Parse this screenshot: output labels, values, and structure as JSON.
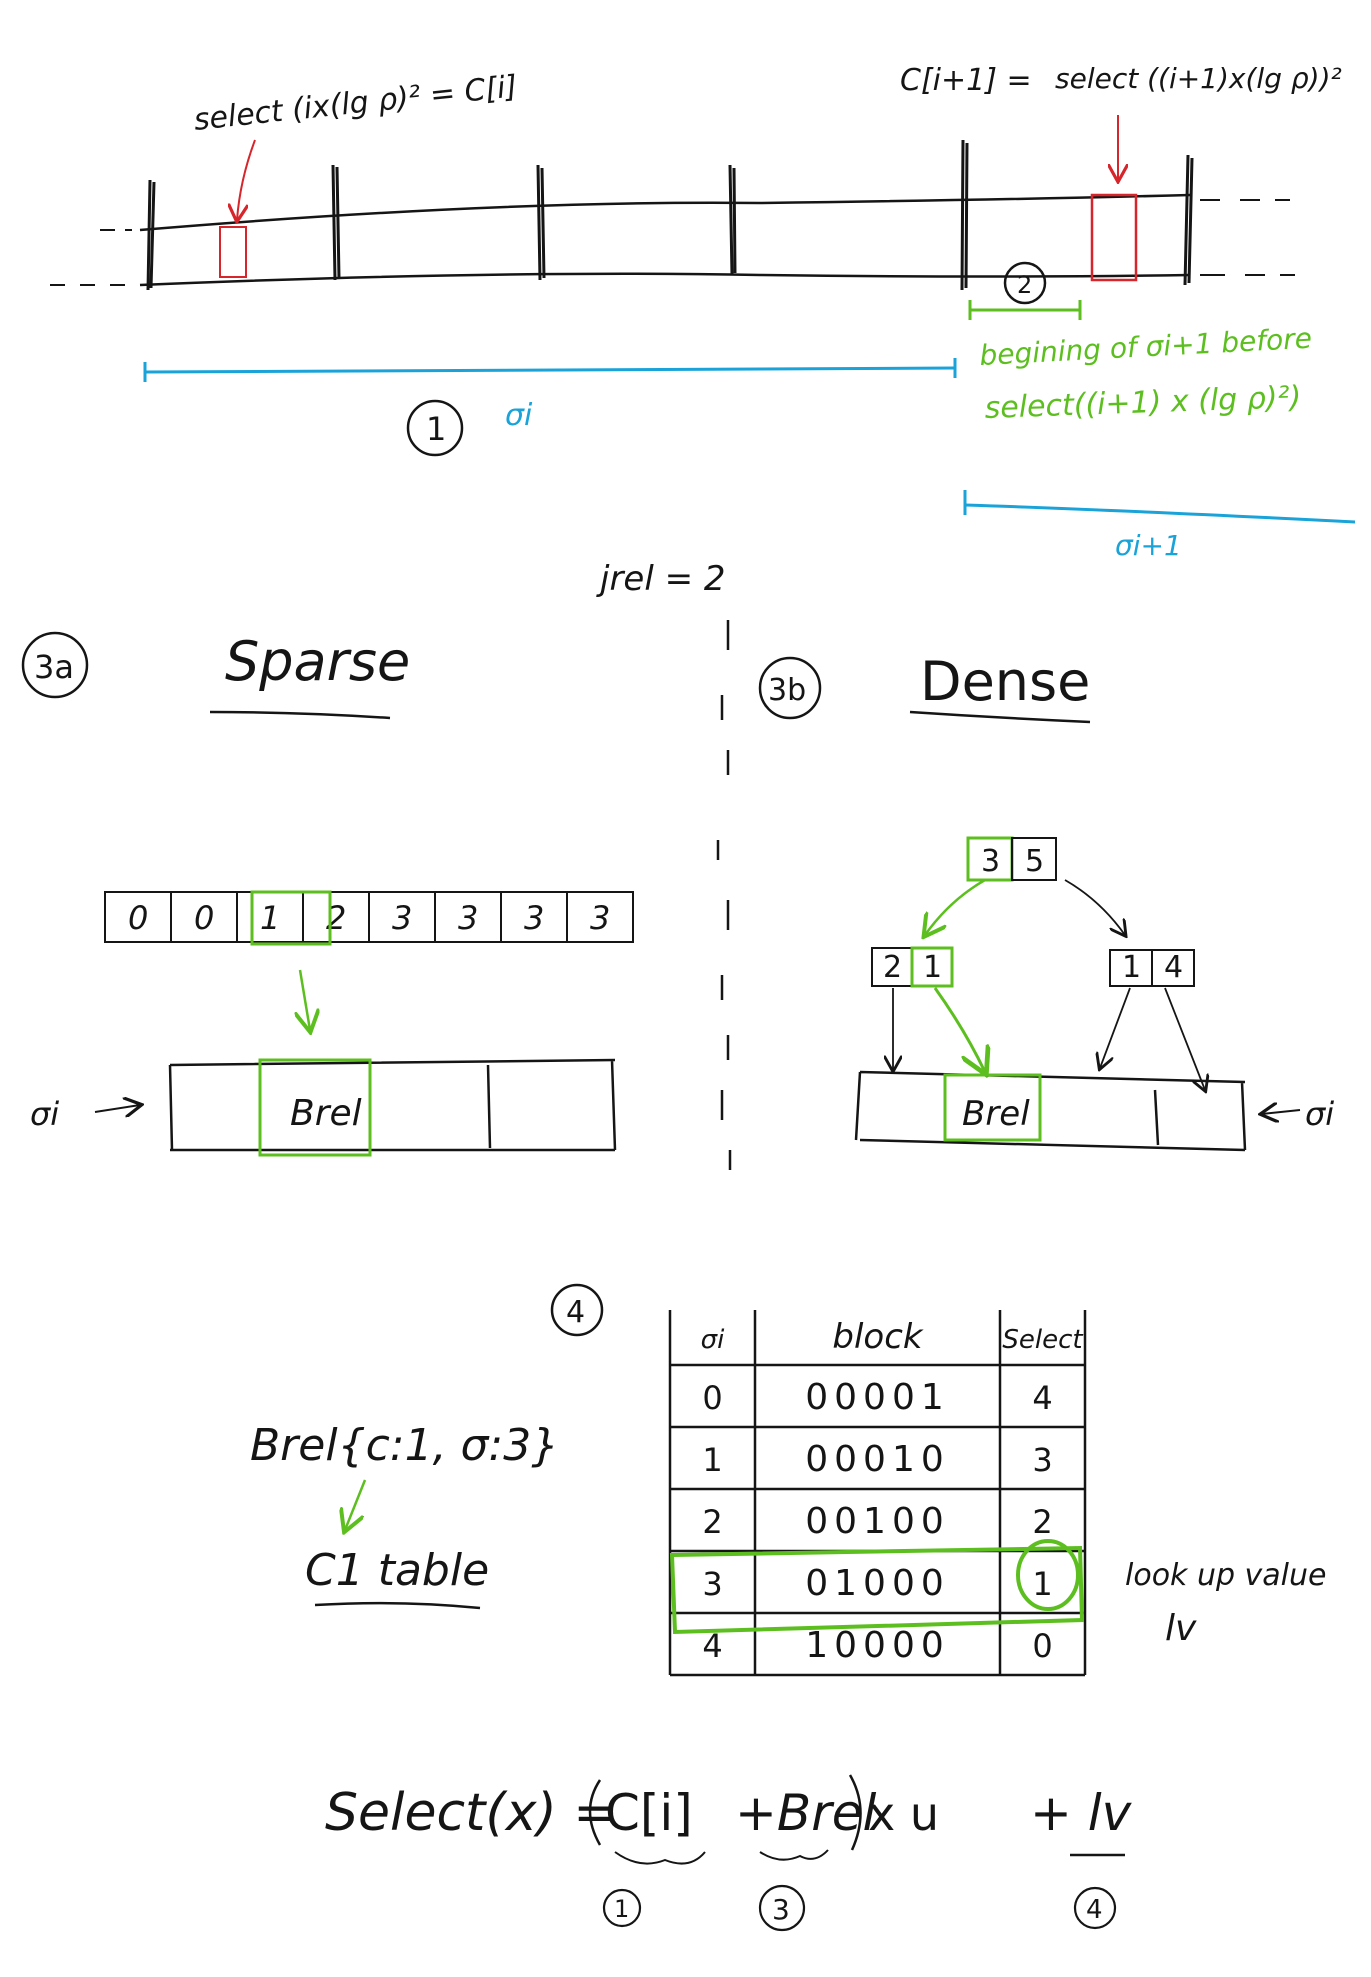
{
  "colors": {
    "ink": "#151515",
    "red": "#d6252b",
    "green": "#5cbf1f",
    "blue": "#1aa3d8"
  },
  "section1": {
    "select_left": "select (ix(lg ρ)² = C[i]",
    "select_right_c": "C[i+1] =",
    "select_right": "select ((i+1)x(lg ρ))²",
    "marker_1": "1",
    "sigma_i": "σi",
    "marker_2": "2",
    "green_note_line1": "begining of σi+1 before",
    "green_note_line2": "select((i+1) x (lg ρ)²)",
    "sigma_i1": "σi+1"
  },
  "section3": {
    "jrel": "jrel = 2",
    "sparse": {
      "marker": "3a",
      "title": "Sparse",
      "cells": [
        "0",
        "0",
        "1",
        "2",
        "3",
        "3",
        "3",
        "3"
      ],
      "bottom_label": "Brel",
      "sigma": "σi"
    },
    "dense": {
      "marker": "3b",
      "title": "Dense",
      "root": [
        "3",
        "5"
      ],
      "left": [
        "2",
        "1"
      ],
      "right": [
        "1",
        "4"
      ],
      "bottom_label": "Brel",
      "sigma": "σi"
    }
  },
  "section4": {
    "marker": "4",
    "brel_expr": "Brel{c:1, σ:3}",
    "c1_table": "C1 table",
    "table": {
      "headers": [
        "σi",
        "block",
        "Select"
      ],
      "rows": [
        [
          "0",
          "00001",
          "4"
        ],
        [
          "1",
          "00010",
          "3"
        ],
        [
          "2",
          "00100",
          "2"
        ],
        [
          "3",
          "01000",
          "1"
        ],
        [
          "4",
          "10000",
          "0"
        ]
      ],
      "highlight_row": 3
    },
    "lookup_line1": "look up value",
    "lookup_line2": "lv"
  },
  "formula": {
    "lhs": "Select(x) =",
    "term1": "C[i]",
    "term2": "+Brel",
    "times_u": "x u",
    "plus_lv": "+ lv",
    "m1": "1",
    "m3": "3",
    "m4": "4"
  },
  "icons": [
    "red-arrow-icon",
    "green-arrow-icon",
    "black-arrow-icon"
  ]
}
